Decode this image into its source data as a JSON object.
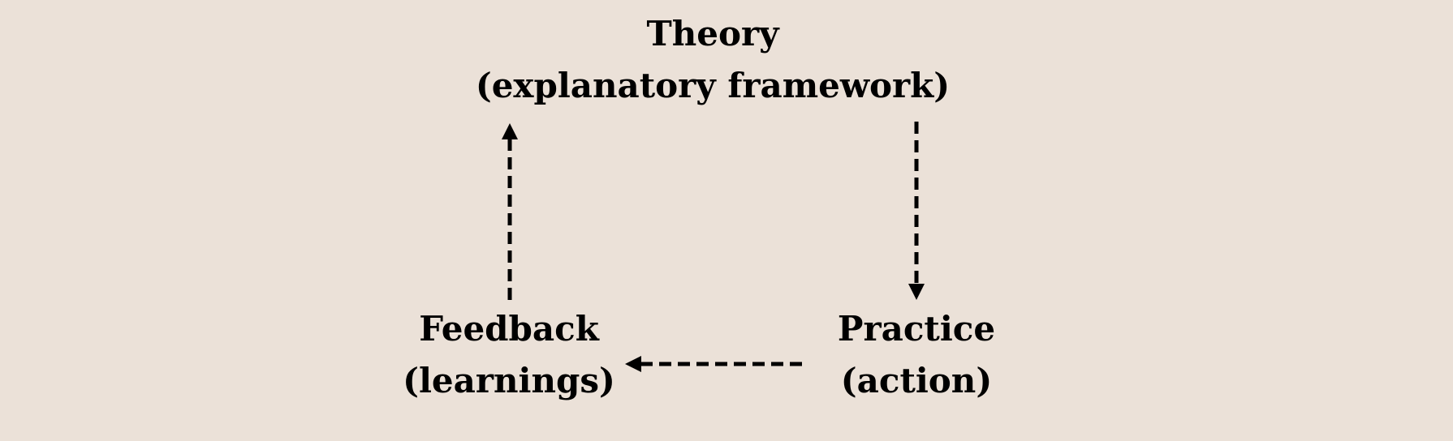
{
  "nodes": {
    "theory": {
      "title": "Theory",
      "subtitle": "(explanatory framework)"
    },
    "feedback": {
      "title": "Feedback",
      "subtitle": "(learnings)"
    },
    "practice": {
      "title": "Practice",
      "subtitle": "(action)"
    }
  },
  "edges": [
    {
      "from": "theory",
      "to": "practice",
      "style": "dashed"
    },
    {
      "from": "practice",
      "to": "feedback",
      "style": "dashed"
    },
    {
      "from": "feedback",
      "to": "theory",
      "style": "dashed"
    }
  ],
  "colors": {
    "background": "#ebe1d8",
    "text": "#000000",
    "arrow": "#000000"
  }
}
